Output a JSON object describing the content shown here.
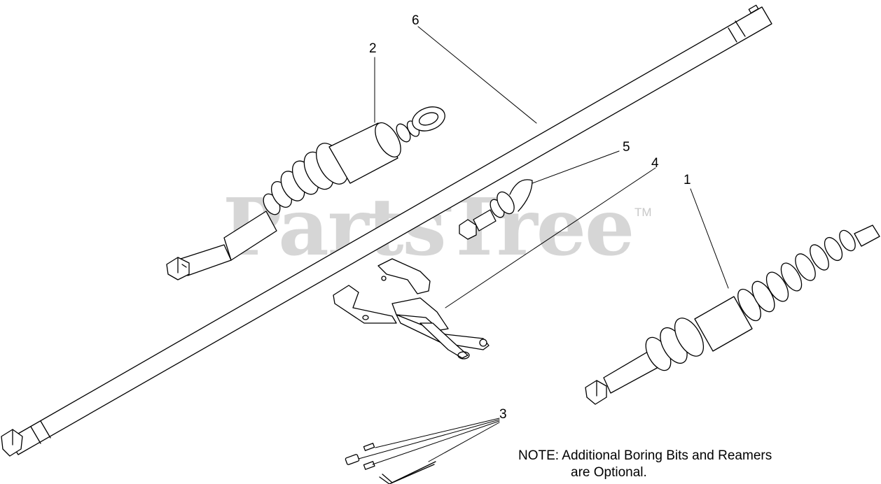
{
  "watermark": {
    "brand": "PartsTree",
    "trademark": "TM"
  },
  "callouts": {
    "c1": "1",
    "c2": "2",
    "c3": "3",
    "c4": "4",
    "c5": "5",
    "c6": "6"
  },
  "note": {
    "line1": "NOTE: Additional Boring Bits and Reamers",
    "line2": "are Optional."
  }
}
